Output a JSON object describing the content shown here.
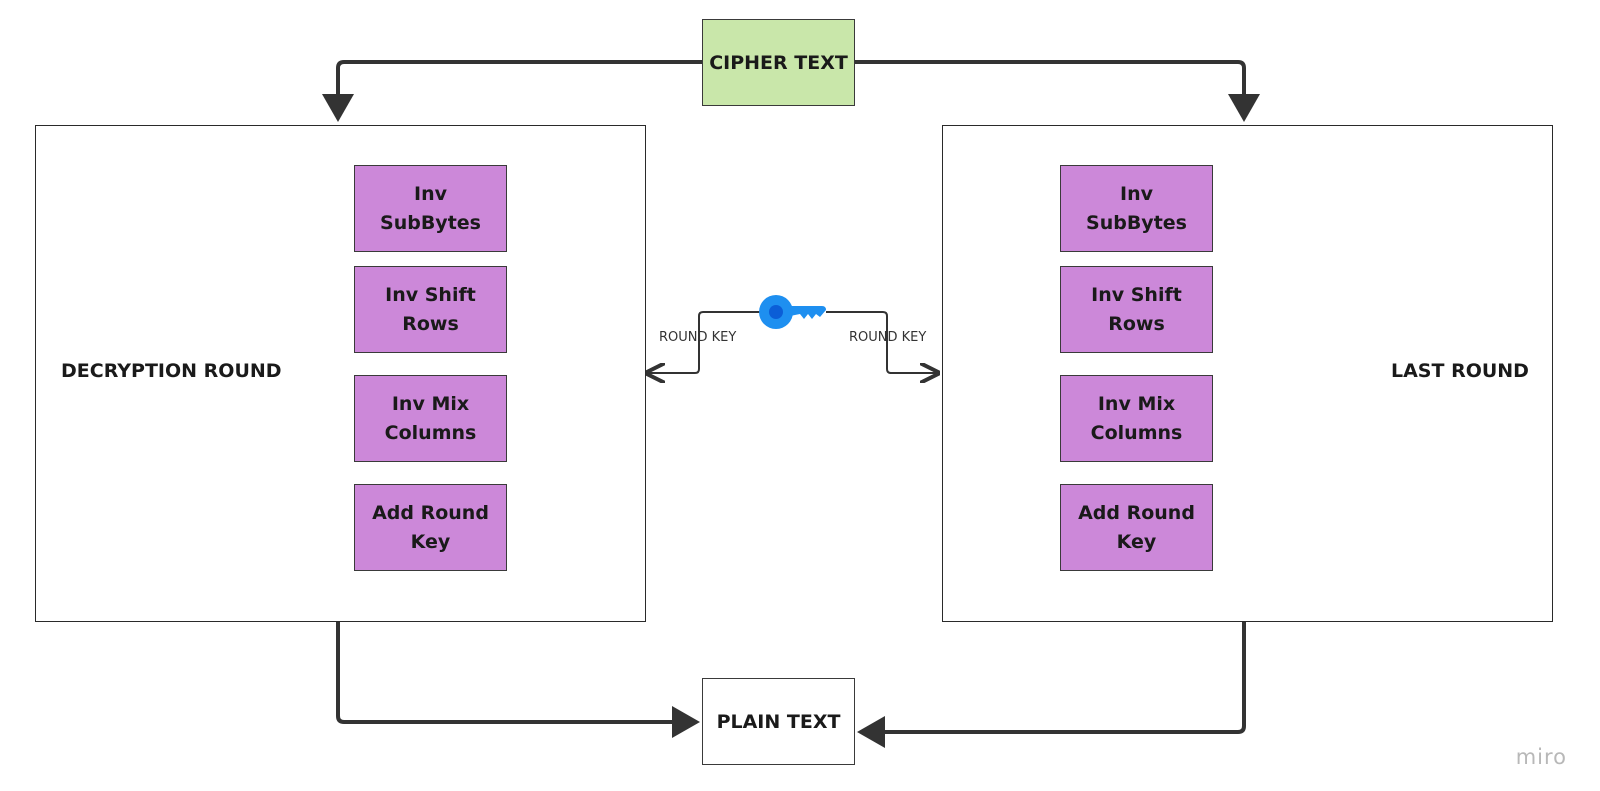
{
  "cipher_text": "CIPHER TEXT",
  "plain_text": "PLAIN TEXT",
  "left_round": {
    "label": "DECRYPTION ROUND",
    "steps": [
      "Inv SubBytes",
      "Inv Shift Rows",
      "Inv Mix Columns",
      "Add Round Key"
    ]
  },
  "right_round": {
    "label": "LAST ROUND",
    "steps": [
      "Inv SubBytes",
      "Inv Shift Rows",
      "Inv Mix Columns",
      "Add Round Key"
    ]
  },
  "key": {
    "icon": "key-icon",
    "left_label": "ROUND KEY",
    "right_label": "ROUND KEY",
    "color": "#1e8ff0"
  },
  "colors": {
    "cipher_fill": "#c9e7aa",
    "step_fill": "#cc88d9",
    "connector": "#333333"
  },
  "watermark": "miro"
}
